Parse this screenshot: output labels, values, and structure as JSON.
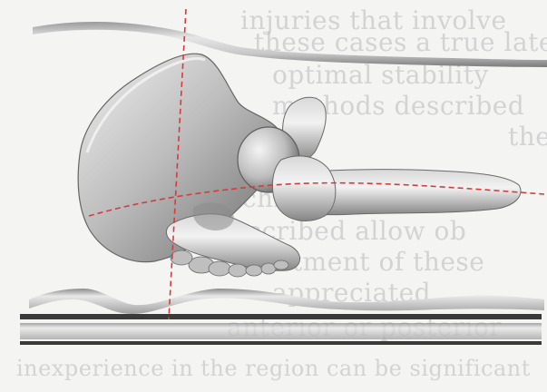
{
  "background_text": {
    "lines": [
      "injuries that involve",
      "these cases a true lateral",
      "optimal stability",
      "methods described",
      "the",
      "technique were",
      "described allow ob",
      "treatment of these",
      "appreciated",
      "anterior or posterior",
      "inexperience in the region can be significant"
    ]
  },
  "colors": {
    "bone_light": "#d9d9d9",
    "bone_dark": "#6f6f6f",
    "reference_line": "#d83a3a",
    "table_line": "#3a3a3a"
  }
}
